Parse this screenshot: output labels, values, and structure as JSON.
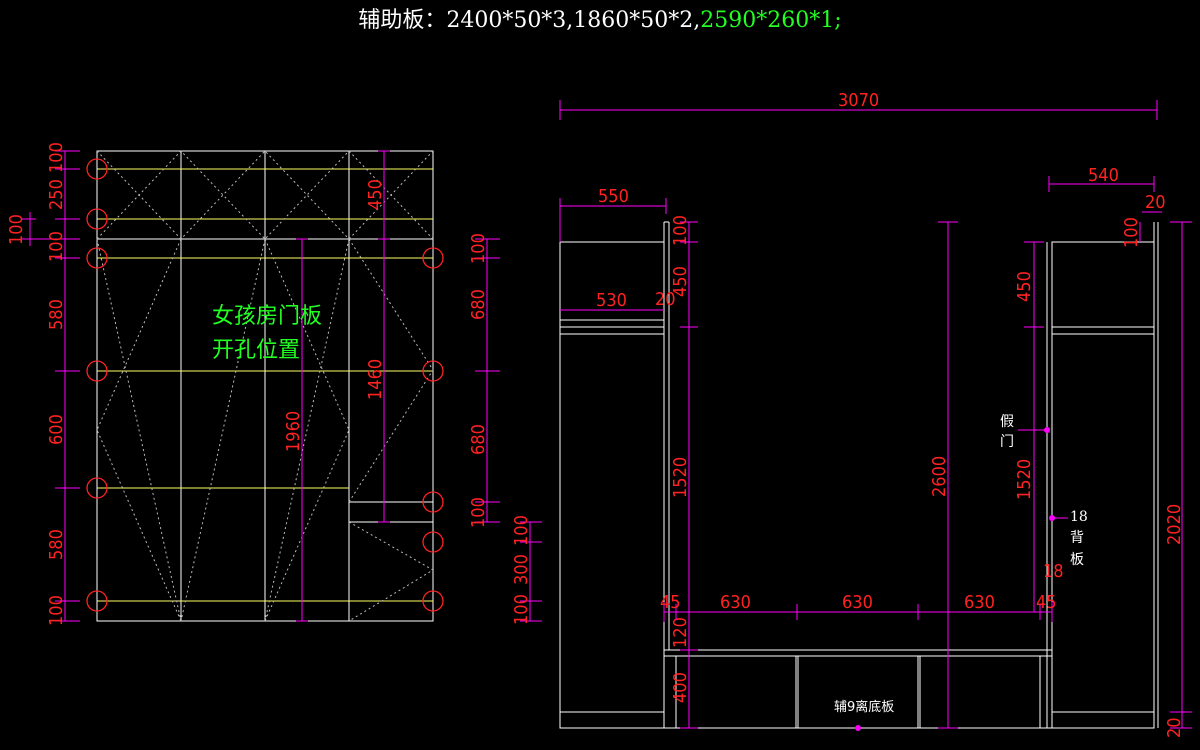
{
  "header": {
    "prefix": "辅助板：2400*50*3,1860*50*2,",
    "highlight": "2590*260*1;"
  },
  "door_drawing": {
    "note": "女孩房门板开孔位置",
    "left_dims": [
      "100",
      "250",
      "100",
      "580",
      "600",
      "580",
      "100"
    ],
    "far_left_dim": "100",
    "right_dims": [
      "100",
      "680",
      "680",
      "100"
    ],
    "right_lower_dims": [
      "100",
      "300",
      "100"
    ],
    "inner_dims": [
      "450",
      "1460",
      "1960"
    ]
  },
  "cabinet_drawing": {
    "total_width": "3070",
    "left_top_width": "550",
    "left_mid_width": "530",
    "left_gap": "20",
    "right_top_width": "540",
    "right_top_gap": "20",
    "left_column_dims": [
      "100",
      "450",
      "1520",
      "120",
      "400"
    ],
    "right_column_dims": [
      "100",
      "450",
      "1520",
      "18"
    ],
    "center_height": "2600",
    "far_right_height": "2020",
    "far_right_bottom": "20",
    "bottom_widths": [
      "45",
      "630",
      "630",
      "630",
      "45"
    ],
    "fake_door_label": "假门",
    "back_panel_thickness": "18",
    "back_panel_label": "背板",
    "base_label": "辅9离底板"
  },
  "colors": {
    "lines": "#ffffff",
    "dimensions": "#ff2222",
    "dim_lines": "#ff00ff",
    "hinge_lines": "#ffff66",
    "note": "#22ff22"
  }
}
